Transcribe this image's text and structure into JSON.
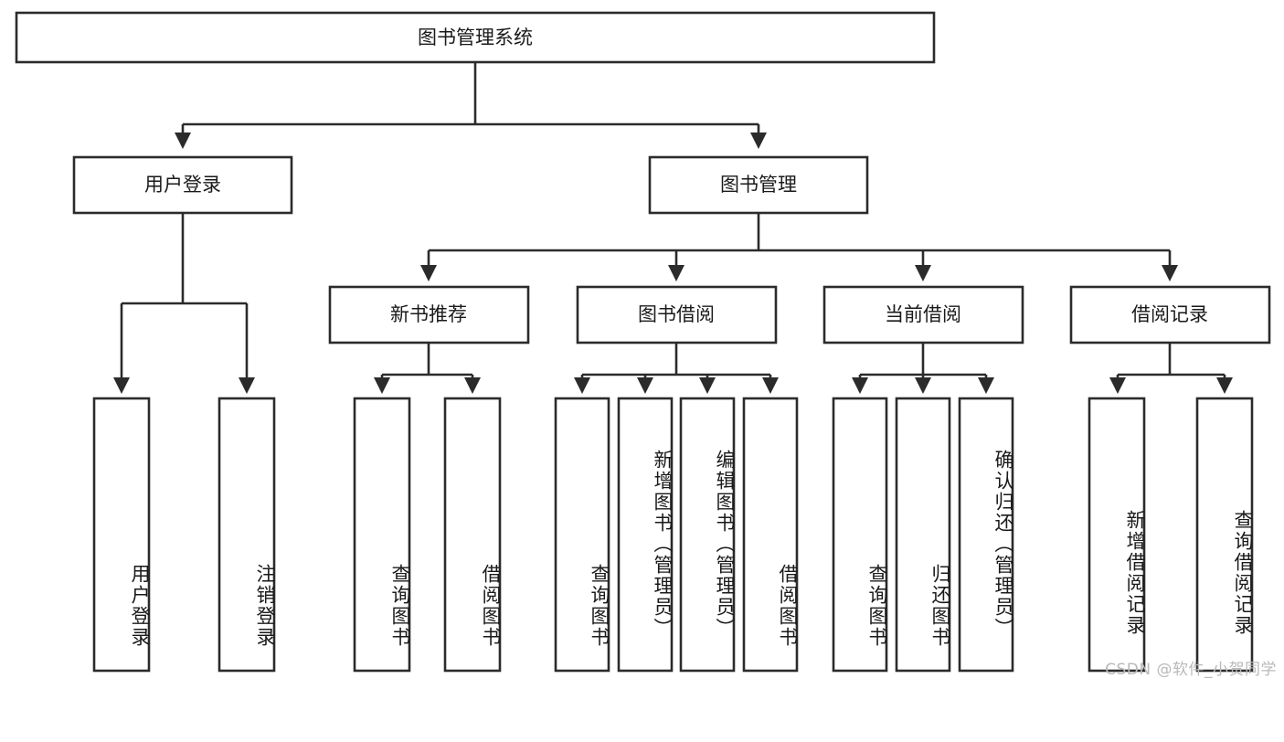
{
  "diagram": {
    "type": "tree",
    "title": "图书管理系统",
    "watermark": "CSDN @软件_小贺同学",
    "colors": {
      "box_stroke": "#2b2b2b",
      "box_fill": "#ffffff",
      "text": "#1a1a1a",
      "background": "#ffffff",
      "watermark": "#b9b9b9"
    },
    "root": {
      "label": "图书管理系统"
    },
    "level2": [
      {
        "label": "用户登录"
      },
      {
        "label": "图书管理"
      }
    ],
    "level3": [
      {
        "label": "新书推荐"
      },
      {
        "label": "图书借阅"
      },
      {
        "label": "当前借阅"
      },
      {
        "label": "借阅记录"
      }
    ],
    "leaves": {
      "user_login": [
        {
          "label": "用户登录"
        },
        {
          "label": "注销登录"
        }
      ],
      "new_book_recommend": [
        {
          "label": "查询图书"
        },
        {
          "label": "借阅图书"
        }
      ],
      "book_borrow": [
        {
          "label": "查询图书"
        },
        {
          "label": "新增图书（管理员）"
        },
        {
          "label": "编辑图书（管理员）"
        },
        {
          "label": "借阅图书"
        }
      ],
      "current_borrow": [
        {
          "label": "查询图书"
        },
        {
          "label": "归还图书"
        },
        {
          "label": "确认归还（管理员）"
        }
      ],
      "borrow_record": [
        {
          "label": "新增借阅记录"
        },
        {
          "label": "查询借阅记录"
        }
      ]
    }
  }
}
